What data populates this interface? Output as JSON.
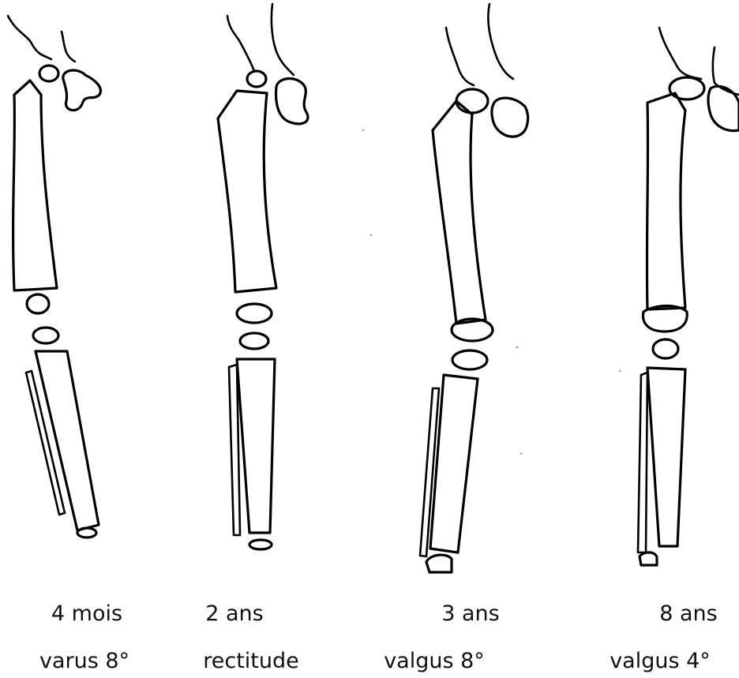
{
  "panels": [
    {
      "age": "4 mois",
      "angle": "varus 8°"
    },
    {
      "age": "2 ans",
      "angle": "rectitude"
    },
    {
      "age": "3 ans",
      "angle": "valgus 8°"
    },
    {
      "age": "8 ans",
      "angle": "valgus 4°"
    }
  ]
}
